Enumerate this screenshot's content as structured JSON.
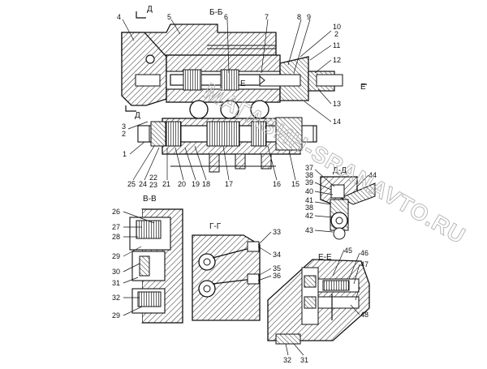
{
  "section_titles": {
    "bb": "Б-Б",
    "vv": "В-В",
    "gg": "Г-Г",
    "dd": "Д-Д",
    "ee": "Е-Е",
    "cut_d_top": "Д",
    "cut_d_left": "Д",
    "cut_e_right": "Е",
    "cut_e_center": "Е"
  },
  "watermark": "МАГАЗИН-SRANAVTO.RU",
  "callouts": {
    "c1": "1",
    "c2a": "2",
    "c2b": "2",
    "c3": "3",
    "c4": "4",
    "c5": "5",
    "c6": "6",
    "c7": "7",
    "c8": "8",
    "c9": "9",
    "c10": "10",
    "c11": "11",
    "c12": "12",
    "c13": "13",
    "c14": "14",
    "c15": "15",
    "c16": "16",
    "c17": "17",
    "c18": "18",
    "c19": "19",
    "c20": "20",
    "c21": "21",
    "c22": "22",
    "c23": "23",
    "c24": "24",
    "c25": "25",
    "c26": "26",
    "c27": "27",
    "c28": "28",
    "c29a": "29",
    "c29b": "29",
    "c30": "30",
    "c31a": "31",
    "c31b": "31",
    "c32a": "32",
    "c32b": "32",
    "c33": "33",
    "c34": "34",
    "c35": "35",
    "c36": "36",
    "c37": "37",
    "c38a": "38",
    "c38b": "38",
    "c39": "39",
    "c40": "40",
    "c41": "41",
    "c42": "42",
    "c43": "43",
    "c44": "44",
    "c45": "45",
    "c46": "46",
    "c47": "47",
    "c48": "48"
  }
}
